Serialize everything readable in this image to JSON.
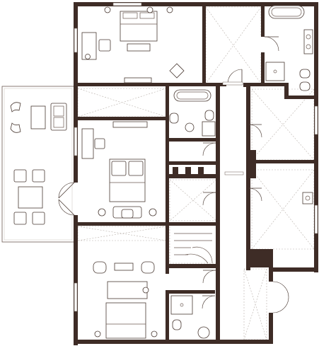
{
  "plan": {
    "colors": {
      "wall": "#3e2c26",
      "line": "#6b5a52",
      "dashed": "#b8b0aa",
      "terrace_fill": "#ffffff",
      "background": "#ffffff"
    },
    "rooms": [
      "master-bedroom",
      "walk-in-closet",
      "master-bathroom",
      "corridor",
      "bedroom-2",
      "bathroom-2",
      "toilet-2",
      "room-east",
      "laundry",
      "stair",
      "bedroom-3",
      "bathroom-3",
      "hall-east",
      "terrace"
    ],
    "icons": [
      "bed-icon",
      "toilet-icon",
      "bathtub-icon",
      "sink-icon",
      "desk-icon",
      "chair-icon",
      "sofa-icon",
      "table-icon",
      "lamp-icon",
      "door-swing-icon",
      "stair-icon",
      "window-icon"
    ]
  }
}
